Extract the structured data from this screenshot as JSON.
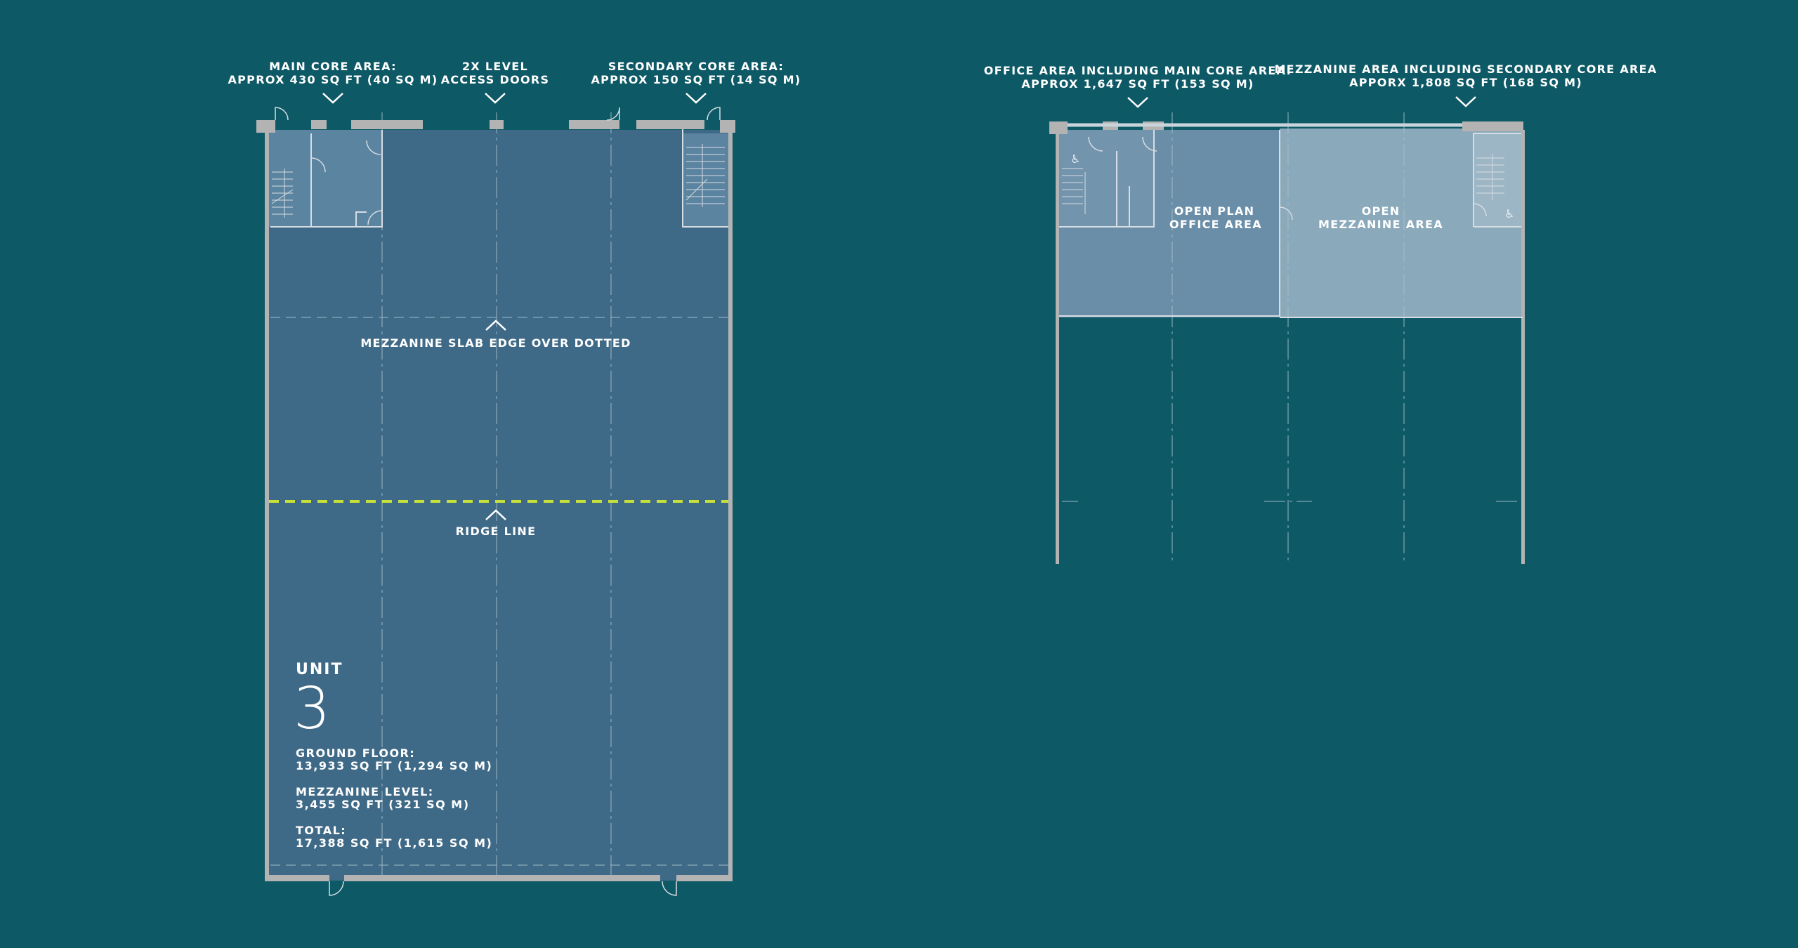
{
  "colors": {
    "background": "#0d5966",
    "ground_floor": "#3f6a87",
    "core": "#5b84a0",
    "office": "#6a8ea8",
    "mezzanine": "#8aa9bb",
    "wall": "#b3b3b3",
    "ridge_line": "#c6e03a"
  },
  "ground_floor_plan": {
    "callouts": [
      {
        "line1": "MAIN CORE AREA:",
        "line2": "APPROX 430 SQ FT (40 SQ M)"
      },
      {
        "line1": "2X LEVEL",
        "line2": "ACCESS DOORS"
      },
      {
        "line1": "SECONDARY CORE AREA:",
        "line2": "APPROX 150 SQ FT (14 SQ M)"
      }
    ],
    "mezzanine_edge_label": "MEZZANINE SLAB EDGE OVER DOTTED",
    "ridge_label": "RIDGE LINE",
    "unit": {
      "label": "UNIT",
      "number": "3",
      "areas": [
        {
          "title": "GROUND FLOOR:",
          "value": "13,933 SQ FT (1,294 SQ M)"
        },
        {
          "title": "MEZZANINE LEVEL:",
          "value": "3,455 SQ FT (321 SQ M)"
        },
        {
          "title": "TOTAL:",
          "value": "17,388 SQ FT (1,615 SQ M)"
        }
      ]
    }
  },
  "mezzanine_plan": {
    "callouts": [
      {
        "line1": "OFFICE AREA INCLUDING MAIN CORE AREA:",
        "line2": "APPROX 1,647 SQ FT (153 SQ M)"
      },
      {
        "line1": "MEZZANINE AREA INCLUDING SECONDARY CORE AREA",
        "line2": "APPORX 1,808 SQ FT (168 SQ M)"
      }
    ],
    "office_label": {
      "line1": "OPEN PLAN",
      "line2": "OFFICE AREA"
    },
    "mezzanine_label": {
      "line1": "OPEN",
      "line2": "MEZZANINE AREA"
    },
    "accessible_icon": "wheelchair-icon"
  }
}
